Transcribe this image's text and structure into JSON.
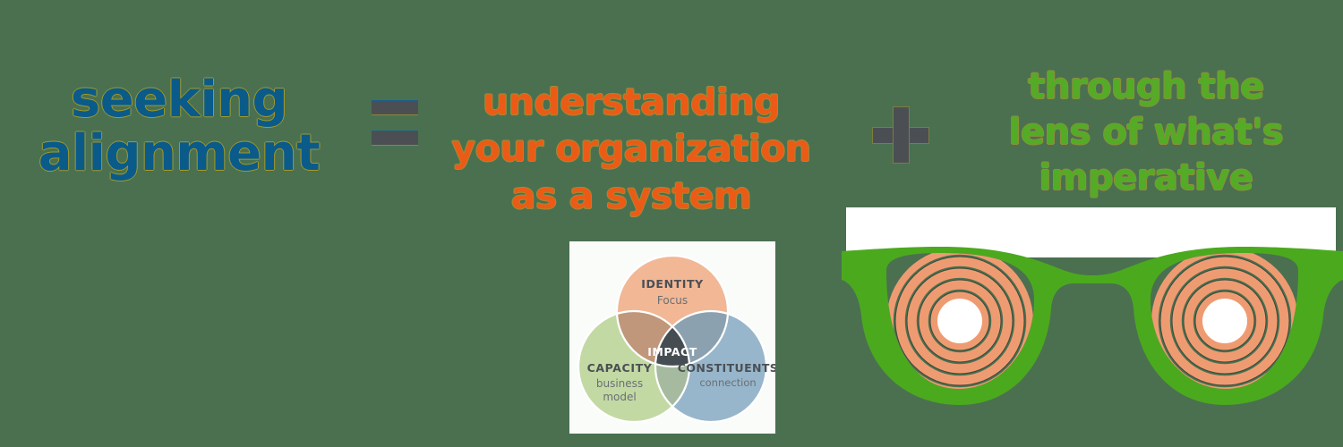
{
  "background_color": "#4a7050",
  "headline": {
    "subject": "seeking\nalignment",
    "subject_color": "#0a5b8a",
    "equals_symbol": "=",
    "predicate": "understanding\nyour organization\nas a system",
    "predicate_color": "#ec5b16",
    "plus_symbol": "+",
    "qualifier": "through the\nlens of what's\nimperative",
    "qualifier_color": "#53ab26"
  },
  "venn": {
    "card_background": "#fafcfa",
    "stroke_color": "#ffffff",
    "circles": [
      {
        "id": "identity",
        "title": "IDENTITY",
        "subtitle": "Focus",
        "color": "#f2b795",
        "title_color": "#4b5054",
        "subtitle_color": "#6a6f73"
      },
      {
        "id": "capacity",
        "title": "CAPACITY",
        "subtitle": "business\nmodel",
        "subtitle_line1": "business",
        "subtitle_line2": "model",
        "color": "#c3d9a4",
        "title_color": "#4b5054",
        "subtitle_color": "#6a6f73"
      },
      {
        "id": "constituents",
        "title": "CONSTITUENTS",
        "subtitle": "connection",
        "color": "#97b6cb",
        "title_color": "#4b5054",
        "subtitle_color": "#6a6f73"
      }
    ],
    "center": {
      "label": "IMPACT",
      "color": "#454d52",
      "label_color": "#ffffff"
    }
  },
  "glasses": {
    "frame_color": "#4ba91e",
    "lens_ring_color": "#ef9b72",
    "lens_gap_color": "#4a7050",
    "lens_center_color": "#ffffff",
    "band_color": "#ffffff",
    "ring_count": 5
  },
  "icons": {
    "equals": "equals-icon",
    "plus": "plus-icon",
    "glasses": "eyeglasses-icon",
    "venn": "venn-diagram-icon"
  }
}
